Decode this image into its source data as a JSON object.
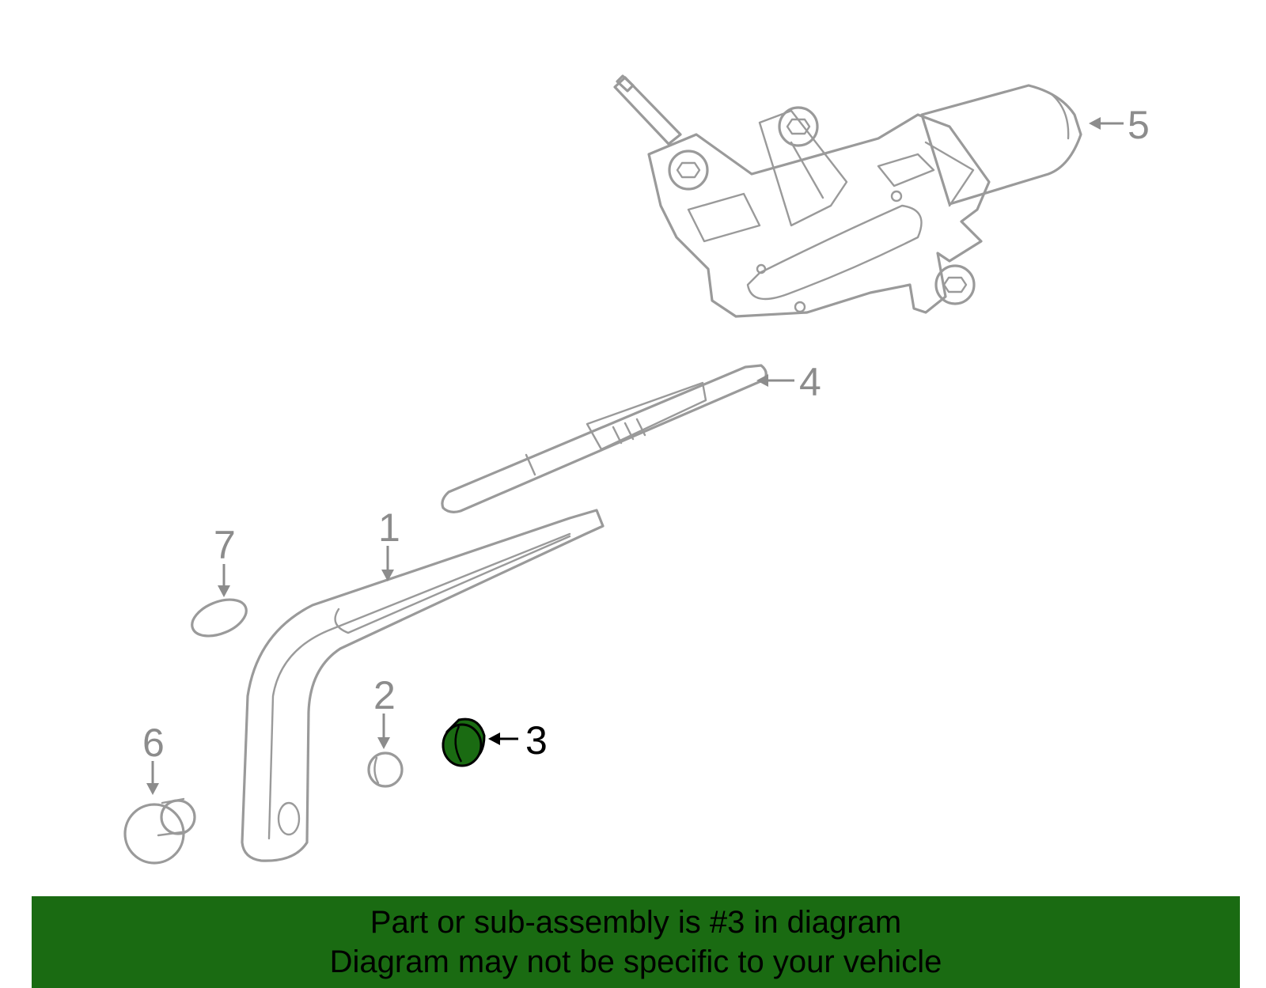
{
  "highlight_color": "#1a6b12",
  "highlighted_part": "3",
  "callouts": {
    "c1": "1",
    "c2": "2",
    "c3": "3",
    "c4": "4",
    "c5": "5",
    "c6": "6",
    "c7": "7"
  },
  "banner": {
    "line1": "Part or sub-assembly is #3 in diagram",
    "line2": "Diagram may not be specific to your vehicle"
  }
}
